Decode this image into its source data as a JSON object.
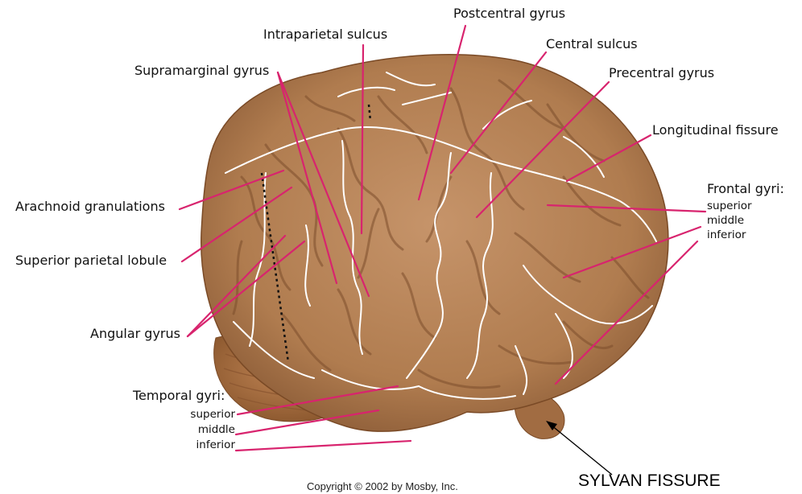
{
  "labels": {
    "postcentral_gyrus": "Postcentral gyrus",
    "intraparietal_sulcus": "Intraparietal sulcus",
    "central_sulcus": "Central sulcus",
    "supramarginal_gyrus": "Supramarginal gyrus",
    "precentral_gyrus": "Precentral gyrus",
    "longitudinal_fissure": "Longitudinal fissure",
    "frontal_gyri": "Frontal gyri:",
    "frontal_superior": "superior",
    "frontal_middle": "middle",
    "frontal_inferior": "inferior",
    "arachnoid_granulations": "Arachnoid granulations",
    "superior_parietal_lobule": "Superior parietal lobule",
    "angular_gyrus": "Angular gyrus",
    "temporal_gyri": "Temporal gyri:",
    "temporal_superior": "superior",
    "temporal_middle": "middle",
    "temporal_inferior": "inferior",
    "sylvan_fissure": "SYLVAN FISSURE"
  },
  "copyright": "Copyright © 2002 by Mosby, Inc.",
  "colors": {
    "leader": "#d8246e",
    "brain": "#b88456",
    "brain_dark": "#8a5a34",
    "sulcus_line": "#ffffff",
    "arrow": "#000000"
  }
}
